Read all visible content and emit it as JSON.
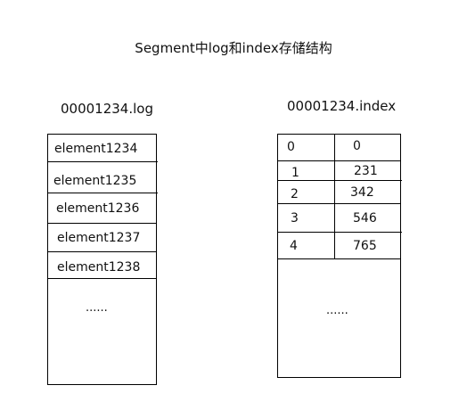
{
  "title": "Segment中log和index存储结构",
  "log": {
    "filename": "00001234.log",
    "rows": [
      "element1234",
      "element1235",
      "element1236",
      "element1237",
      "element1238"
    ],
    "ellipsis": "......"
  },
  "index": {
    "filename": "00001234.index",
    "rows": [
      {
        "key": "0",
        "value": "0"
      },
      {
        "key": "1",
        "value": "231"
      },
      {
        "key": "2",
        "value": "342"
      },
      {
        "key": "3",
        "value": "546"
      },
      {
        "key": "4",
        "value": "765"
      }
    ],
    "ellipsis": "......"
  }
}
